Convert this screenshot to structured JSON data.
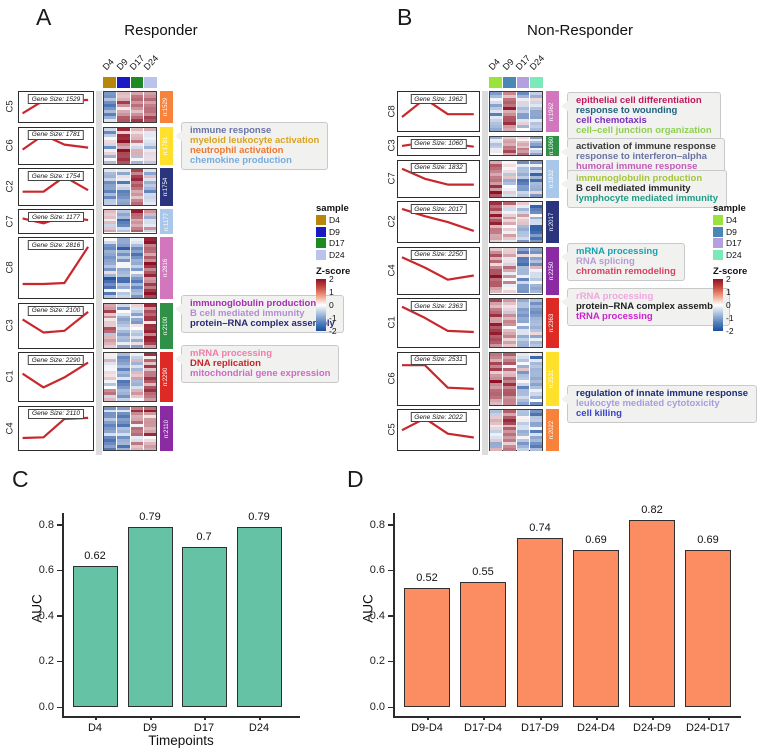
{
  "figure": {
    "panel_a": {
      "label": "A",
      "title": "Responder",
      "gene_size_prefix": "Gene Size: ",
      "n_prefix": "n:",
      "samples": [
        {
          "label": "D4",
          "color": "#b8860b"
        },
        {
          "label": "D9",
          "color": "#1a1ac4"
        },
        {
          "label": "D17",
          "color": "#1e8b22"
        },
        {
          "label": "D24",
          "color": "#b9c3ec"
        }
      ],
      "legend": {
        "sample_title": "sample",
        "zscore_title": "Z-score",
        "z_ticks": [
          "2",
          "1",
          "0",
          "-1",
          "-2"
        ]
      },
      "clusters": [
        {
          "id": "C5",
          "gene_size": 1529,
          "color": "#f6823c",
          "trend": [
            0.1,
            0.76,
            0.79,
            0.79
          ],
          "annotations": []
        },
        {
          "id": "C6",
          "gene_size": 1781,
          "color": "#ffe12b",
          "trend": [
            0.3,
            0.88,
            0.5,
            0.38
          ],
          "annotations": [
            {
              "text": "immune response",
              "color": "#6a74a4"
            },
            {
              "text": "myeloid leukocyte activation",
              "color": "#d9a420"
            },
            {
              "text": "neutrophil activation",
              "color": "#f07830"
            },
            {
              "text": "chemokine production",
              "color": "#76acde"
            }
          ]
        },
        {
          "id": "C2",
          "gene_size": 1754,
          "color": "#2a357e",
          "trend": [
            0.24,
            0.24,
            0.85,
            0.3
          ],
          "annotations": []
        },
        {
          "id": "C7",
          "gene_size": 1177,
          "color": "#a9c7e8",
          "trend": [
            0.6,
            0.16,
            0.8,
            0.45
          ],
          "annotations": []
        },
        {
          "id": "C8",
          "gene_size": 2816,
          "color": "#d276be",
          "trend": [
            0.15,
            0.15,
            0.17,
            0.9
          ],
          "annotations": []
        },
        {
          "id": "C3",
          "gene_size": 2100,
          "color": "#2e9147",
          "trend": [
            0.65,
            0.25,
            0.3,
            0.88
          ],
          "annotations": [
            {
              "text": "immunoglobulin production",
              "color": "#a82cb4"
            },
            {
              "text": "B cell mediated immunity",
              "color": "#b28cd6"
            },
            {
              "text": "protein–RNA complex assembly",
              "color": "#2a2a72"
            }
          ]
        },
        {
          "id": "C1",
          "gene_size": 2290,
          "color": "#de2a24",
          "trend": [
            0.55,
            0.18,
            0.45,
            0.85
          ],
          "annotations": [
            {
              "text": "mRNA processing",
              "color": "#f27ca8"
            },
            {
              "text": "DNA replication",
              "color": "#c42626"
            },
            {
              "text": "mitochondrial gene expression",
              "color": "#ce6ac4"
            }
          ]
        },
        {
          "id": "C4",
          "gene_size": 2110,
          "color": "#8a2ba4",
          "trend": [
            0.18,
            0.2,
            0.76,
            0.79
          ],
          "annotations": []
        }
      ]
    },
    "panel_b": {
      "label": "B",
      "title": "Non-Responder",
      "gene_size_prefix": "Gene Size: ",
      "n_prefix": "n:",
      "samples": [
        {
          "label": "D4",
          "color": "#9ae23c"
        },
        {
          "label": "D9",
          "color": "#4a87b4"
        },
        {
          "label": "D17",
          "color": "#b49fdf"
        },
        {
          "label": "D24",
          "color": "#7ce9b9"
        }
      ],
      "legend": {
        "sample_title": "sample",
        "zscore_title": "Z-score",
        "z_ticks": [
          "2",
          "1",
          "0",
          "-1",
          "-2"
        ]
      },
      "clusters": [
        {
          "id": "C8",
          "gene_size": 1962,
          "color": "#d276be",
          "trend": [
            0.25,
            0.9,
            0.35,
            0.35
          ],
          "annotations": [
            {
              "text": "epithelial cell differentiation",
              "color": "#c2185b"
            },
            {
              "text": "response to wounding",
              "color": "#1f6380"
            },
            {
              "text": "cell chemotaxis",
              "color": "#7b2fbe"
            },
            {
              "text": "cell–cell junction organization",
              "color": "#8fd14f"
            }
          ]
        },
        {
          "id": "C3",
          "gene_size": 1060,
          "color": "#2e9147",
          "trend": [
            0.35,
            0.82,
            0.7,
            0.25
          ],
          "annotations": [
            {
              "text": "activation of immune response",
              "color": "#3a3a3a"
            },
            {
              "text": "response to interferon–alpha",
              "color": "#6a74a4"
            },
            {
              "text": "humoral immune response",
              "color": "#c25ab8"
            }
          ]
        },
        {
          "id": "C7",
          "gene_size": 1832,
          "color": "#a9c7e8",
          "trend": [
            0.85,
            0.45,
            0.22,
            0.22
          ],
          "annotations": [
            {
              "text": "immunoglobulin production",
              "color": "#a4c639"
            },
            {
              "text": "B cell mediated immunity",
              "color": "#2a2a2a"
            },
            {
              "text": "lymphocyte mediated immunity",
              "color": "#1d9e86"
            }
          ]
        },
        {
          "id": "C2",
          "gene_size": 2017,
          "color": "#2a357e",
          "trend": [
            0.9,
            0.65,
            0.45,
            0.15
          ],
          "annotations": []
        },
        {
          "id": "C4",
          "gene_size": 2250,
          "color": "#8a2ba4",
          "trend": [
            0.85,
            0.55,
            0.2,
            0.32
          ],
          "annotations": [
            {
              "text": "mRNA processing",
              "color": "#17a2b0"
            },
            {
              "text": "RNA splicing",
              "color": "#b79bd4"
            },
            {
              "text": "chromatin remodeling",
              "color": "#d8415f"
            }
          ]
        },
        {
          "id": "C1",
          "gene_size": 2363,
          "color": "#de2a24",
          "trend": [
            0.9,
            0.6,
            0.25,
            0.22
          ],
          "annotations": [
            {
              "text": "rRNA processing",
              "color": "#f0a6de"
            },
            {
              "text": "protein–RNA complex assembly",
              "color": "#1e1e1e"
            },
            {
              "text": "tRNA processing",
              "color": "#cc22cc"
            }
          ]
        },
        {
          "id": "C6",
          "gene_size": 2531,
          "color": "#ffe12b",
          "trend": [
            0.8,
            0.8,
            0.25,
            0.22
          ],
          "annotations": []
        },
        {
          "id": "C5",
          "gene_size": 2022,
          "color": "#f6823c",
          "trend": [
            0.45,
            0.85,
            0.33,
            0.2
          ],
          "annotations": [
            {
              "text": "regulation of innate immune response",
              "color": "#1a2b78"
            },
            {
              "text": "leukocyte mediated cytotoxicity",
              "color": "#a79cde"
            },
            {
              "text": "cell killing",
              "color": "#3742c8"
            }
          ]
        }
      ]
    },
    "panel_c": {
      "label": "C"
    },
    "panel_d": {
      "label": "D"
    }
  },
  "chart_data": [
    {
      "type": "bar",
      "panel": "C",
      "title": "",
      "xlabel": "Timepoints",
      "ylabel": "AUC",
      "categories": [
        "D4",
        "D9",
        "D17",
        "D24"
      ],
      "values": [
        0.62,
        0.79,
        0.7,
        0.79
      ],
      "labels": [
        "0.62",
        "0.79",
        "0.7",
        "0.79"
      ],
      "ylim": [
        0,
        0.85
      ],
      "yticks": [
        0,
        0.2,
        0.4,
        0.6,
        0.8
      ],
      "bar_color": "#66c2a5",
      "legend_position": "none",
      "grid": false
    },
    {
      "type": "bar",
      "panel": "D",
      "title": "",
      "xlabel": "",
      "ylabel": "AUC",
      "categories": [
        "D9-D4",
        "D17-D4",
        "D17-D9",
        "D24-D4",
        "D24-D9",
        "D24-D17"
      ],
      "values": [
        0.52,
        0.55,
        0.74,
        0.69,
        0.82,
        0.69
      ],
      "labels": [
        "0.52",
        "0.55",
        "0.74",
        "0.69",
        "0.82",
        "0.69"
      ],
      "ylim": [
        0,
        0.85
      ],
      "yticks": [
        0,
        0.2,
        0.4,
        0.6,
        0.8
      ],
      "bar_color": "#fc8d62",
      "legend_position": "none",
      "grid": false
    }
  ]
}
